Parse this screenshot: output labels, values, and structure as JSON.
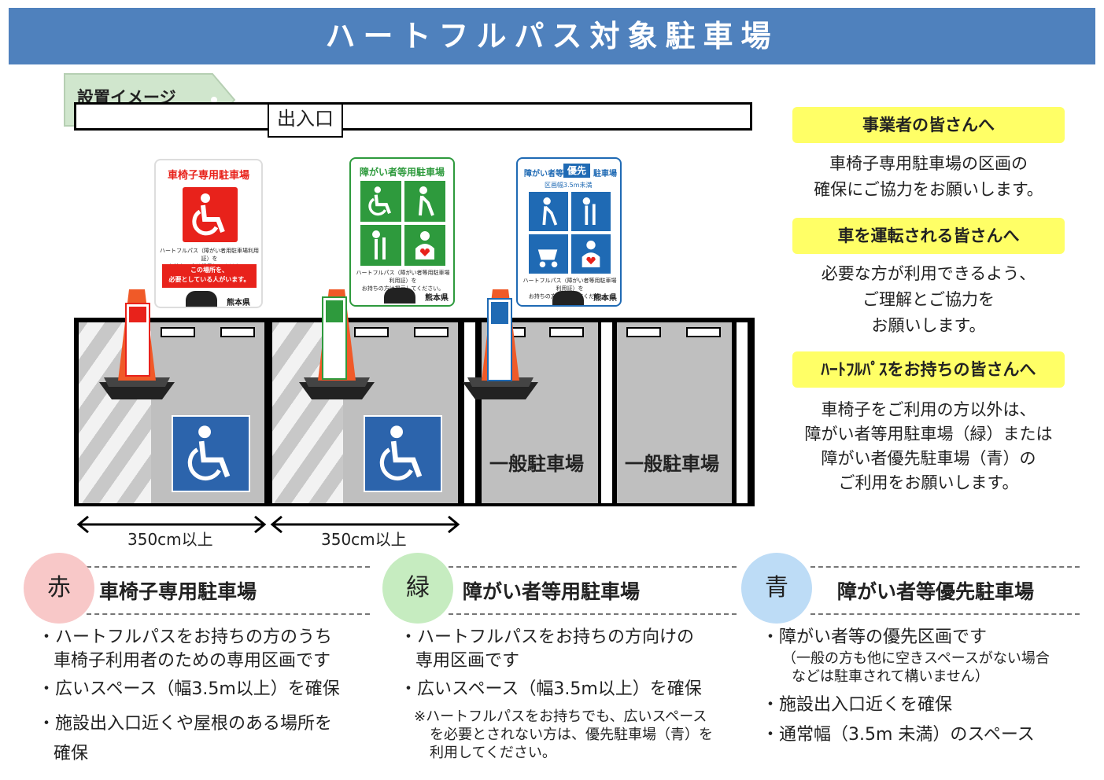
{
  "banner": {
    "title": "ハートフルパス対象駐車場"
  },
  "tag": {
    "label": "設置イメージ"
  },
  "entrance": {
    "label": "出入口"
  },
  "signs": {
    "red": {
      "title": "車椅子専用駐車場",
      "note": "ハートフルパス（障がい者用駐車場利用証）を\nお持ちの方は掲示してください。",
      "warning": "この場所を、\n必要としている人がいます。",
      "pref": "熊本県"
    },
    "green": {
      "title": "障がい者等用駐車場",
      "note": "ハートフルパス（障がい者等用駐車場利用証）を\nお持ちの方は掲示してください。",
      "pref": "熊本県"
    },
    "blue": {
      "title_prefix": "障がい者等",
      "title_badge": "優先",
      "title_suffix": "駐車場",
      "width_note": "区画幅3.5m未満",
      "note": "ハートフルパス（障がい者等用駐車場利用証）を\nお持ちの方は掲示してください。",
      "pref": "熊本県"
    }
  },
  "lot": {
    "general_1": "一般駐車場",
    "general_2": "一般駐車場"
  },
  "dimensions": {
    "left": "350cm以上",
    "right": "350cm以上"
  },
  "info": [
    {
      "heading": "事業者の皆さんへ",
      "lines": [
        "車椅子専用駐車場の区画の",
        "確保にご協力をお願いします。"
      ]
    },
    {
      "heading": "車を運転される皆さんへ",
      "lines": [
        "必要な方が利用できるよう、",
        "ご理解とご協力を",
        "お願いします。"
      ]
    },
    {
      "heading": "ﾊｰﾄﾌﾙﾊﾟｽをお持ちの皆さんへ",
      "lines": [
        "車椅子をご利用の方以外は、",
        "障がい者等用駐車場（緑）または",
        "障がい者優先駐車場（青）の",
        "ご利用をお願いします。"
      ]
    }
  ],
  "categories": {
    "red": {
      "circle": "赤",
      "title": "車椅子専用駐車場",
      "color": "#f8c8c8",
      "b1a": "・ハートフルパスをお持ちの方のうち",
      "b1b": "車椅子利用者のための専用区画です",
      "b2": "・広いスペース（幅3.5m以上）を確保",
      "b3a": "・施設出入口近くや屋根のある場所を",
      "b3b": "確保"
    },
    "green": {
      "circle": "緑",
      "title": "障がい者等用駐車場",
      "color": "#c6ecc0",
      "b1a": "・ハートフルパスをお持ちの方向けの",
      "b1b": "専用区画です",
      "b2": "・広いスペース（幅3.5m以上）を確保",
      "n1": "※ハートフルパスをお持ちでも、広いスペース",
      "n2": "を必要とされない方は、優先駐車場（青）を",
      "n3": "利用してください。"
    },
    "blue": {
      "circle": "青",
      "title": "障がい者等優先駐車場",
      "color": "#bddcf6",
      "b1": "・障がい者等の優先区画です",
      "s1": "（一般の方も他に空きスペースがない場合",
      "s2": "などは駐車されて構いません）",
      "b2": "・施設出入口近くを確保",
      "b3": "・通常幅（3.5m 未満）のスペース"
    }
  },
  "colors": {
    "banner": "#4f81bd",
    "red": "#e8221b",
    "green": "#2e9a3d",
    "blue": "#1f6ab4",
    "yellow": "#ffff66"
  }
}
